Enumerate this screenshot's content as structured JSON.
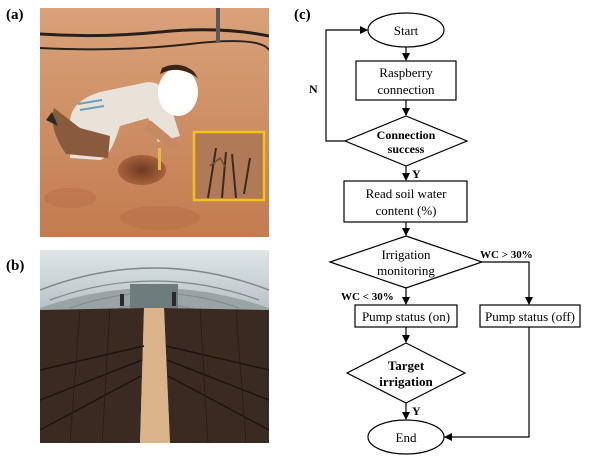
{
  "panels": {
    "a": {
      "label": "(a)"
    },
    "b": {
      "label": "(b)"
    },
    "c": {
      "label": "(c)"
    }
  },
  "flowchart": {
    "start": "Start",
    "raspberry_line1": "Raspberry",
    "raspberry_line2": "connection",
    "connection_line1": "Connection",
    "connection_line2": "success",
    "no_label": "N",
    "yes_label_1": "Y",
    "read_line1": "Read soil water",
    "read_line2": "content (%)",
    "irrigation_line1": "Irrigation",
    "irrigation_line2": "monitoring",
    "wc_high": "WC > 30%",
    "wc_low": "WC < 30%",
    "pump_on": "Pump status (on)",
    "pump_off": "Pump status (off)",
    "target_line1": "Target",
    "target_line2": "irrigation",
    "yes_label_2": "Y",
    "end": "End"
  },
  "colors": {
    "highlight_box": "#f2c21b",
    "soil": "#c9865a",
    "greenhouse_soil": "#3b2a22"
  }
}
